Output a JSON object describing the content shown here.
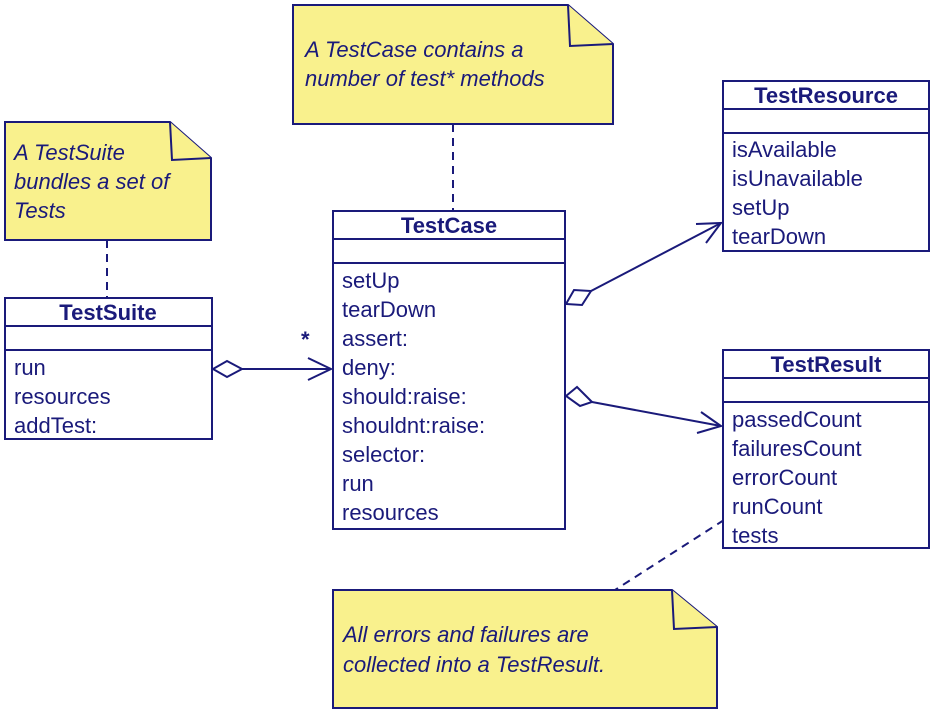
{
  "notes": {
    "testsuite": [
      "A TestSuite",
      "bundles a set of",
      "Tests"
    ],
    "testcase": [
      "A TestCase contains a",
      "number of test* methods"
    ],
    "testresult": [
      "All errors and failures are",
      "collected into a TestResult."
    ]
  },
  "classes": {
    "testsuite": {
      "name": "TestSuite",
      "methods": [
        "run",
        "resources",
        "addTest:"
      ]
    },
    "testcase": {
      "name": "TestCase",
      "methods": [
        "setUp",
        "tearDown",
        "assert:",
        "deny:",
        "should:raise:",
        "shouldnt:raise:",
        "selector:",
        "run",
        "resources"
      ]
    },
    "testresource": {
      "name": "TestResource",
      "methods": [
        "isAvailable",
        "isUnavailable",
        "setUp",
        "tearDown"
      ]
    },
    "testresult": {
      "name": "TestResult",
      "methods": [
        "passedCount",
        "failuresCount",
        "errorCount",
        "runCount",
        "tests"
      ]
    }
  },
  "relations": {
    "suite_to_case_multiplicity": "*"
  },
  "colors": {
    "ink": "#1a1a7a",
    "note_fill": "#f9f18d"
  }
}
